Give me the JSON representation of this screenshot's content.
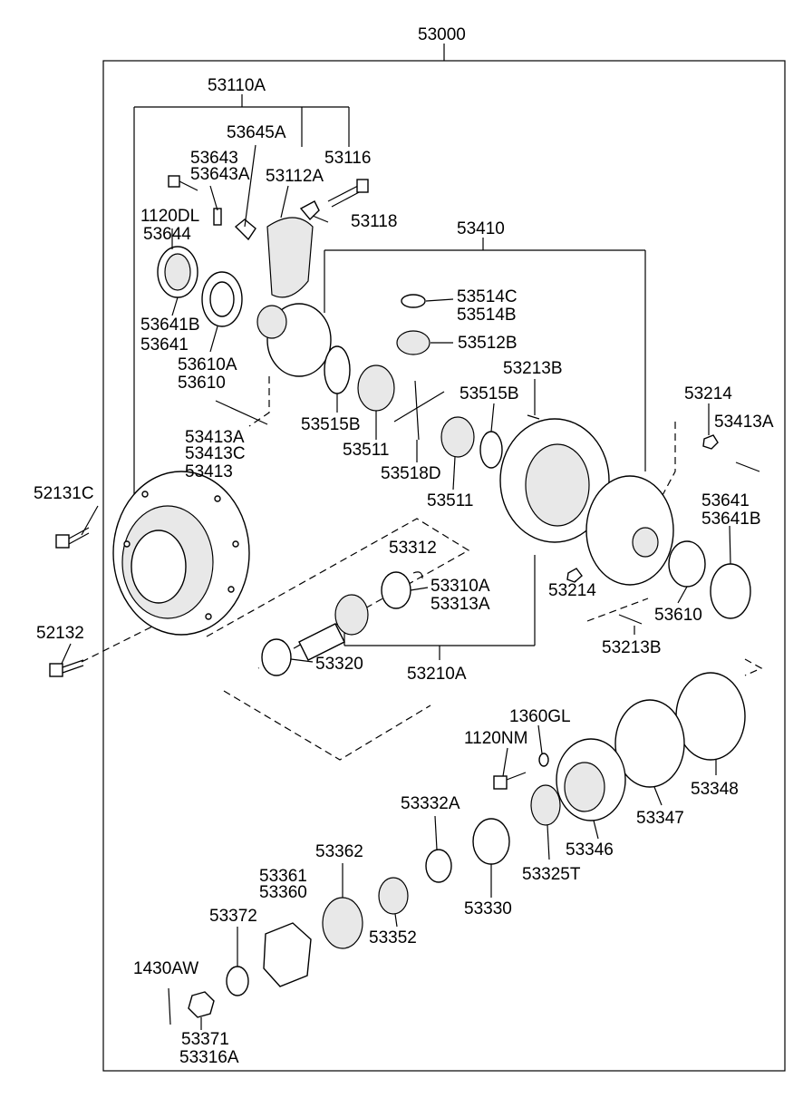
{
  "assembly": "53000",
  "labels": {
    "l53110A": "53110A",
    "l53645A": "53645A",
    "l53643": "53643",
    "l53643A": "53643A",
    "l53116": "53116",
    "l53112A": "53112A",
    "l1120DL": "1120DL",
    "l53644": "53644",
    "l53118": "53118",
    "l53410": "53410",
    "l53514C": "53514C",
    "l53514B": "53514B",
    "l53641B_a": "53641B",
    "l53641_a": "53641",
    "l53512B": "53512B",
    "l53610A_a": "53610A",
    "l53610_a": "53610",
    "l53213B_a": "53213B",
    "l53515B_a": "53515B",
    "l53214_a": "53214",
    "l53413A_a": "53413A",
    "l53413A_b": "53413A",
    "l53413C": "53413C",
    "l53413": "53413",
    "l53515B_b": "53515B",
    "l53511_a": "53511",
    "l53518D": "53518D",
    "l53511_b": "53511",
    "l52131C": "52131C",
    "l53641_b": "53641",
    "l53641B_b": "53641B",
    "l53312": "53312",
    "l53310A": "53310A",
    "l53313A": "53313A",
    "l53214_b": "53214",
    "l53610_b": "53610",
    "l52132": "52132",
    "l53213B_b": "53213B",
    "l53320": "53320",
    "l53210A": "53210A",
    "l1360GL": "1360GL",
    "l1120NM": "1120NM",
    "l53348": "53348",
    "l53332A": "53332A",
    "l53347": "53347",
    "l53362": "53362",
    "l53346": "53346",
    "l53325T": "53325T",
    "l53361": "53361",
    "l53360": "53360",
    "l53330": "53330",
    "l53372": "53372",
    "l53352": "53352",
    "l1430AW": "1430AW",
    "l53371": "53371",
    "l53316A": "53316A"
  }
}
